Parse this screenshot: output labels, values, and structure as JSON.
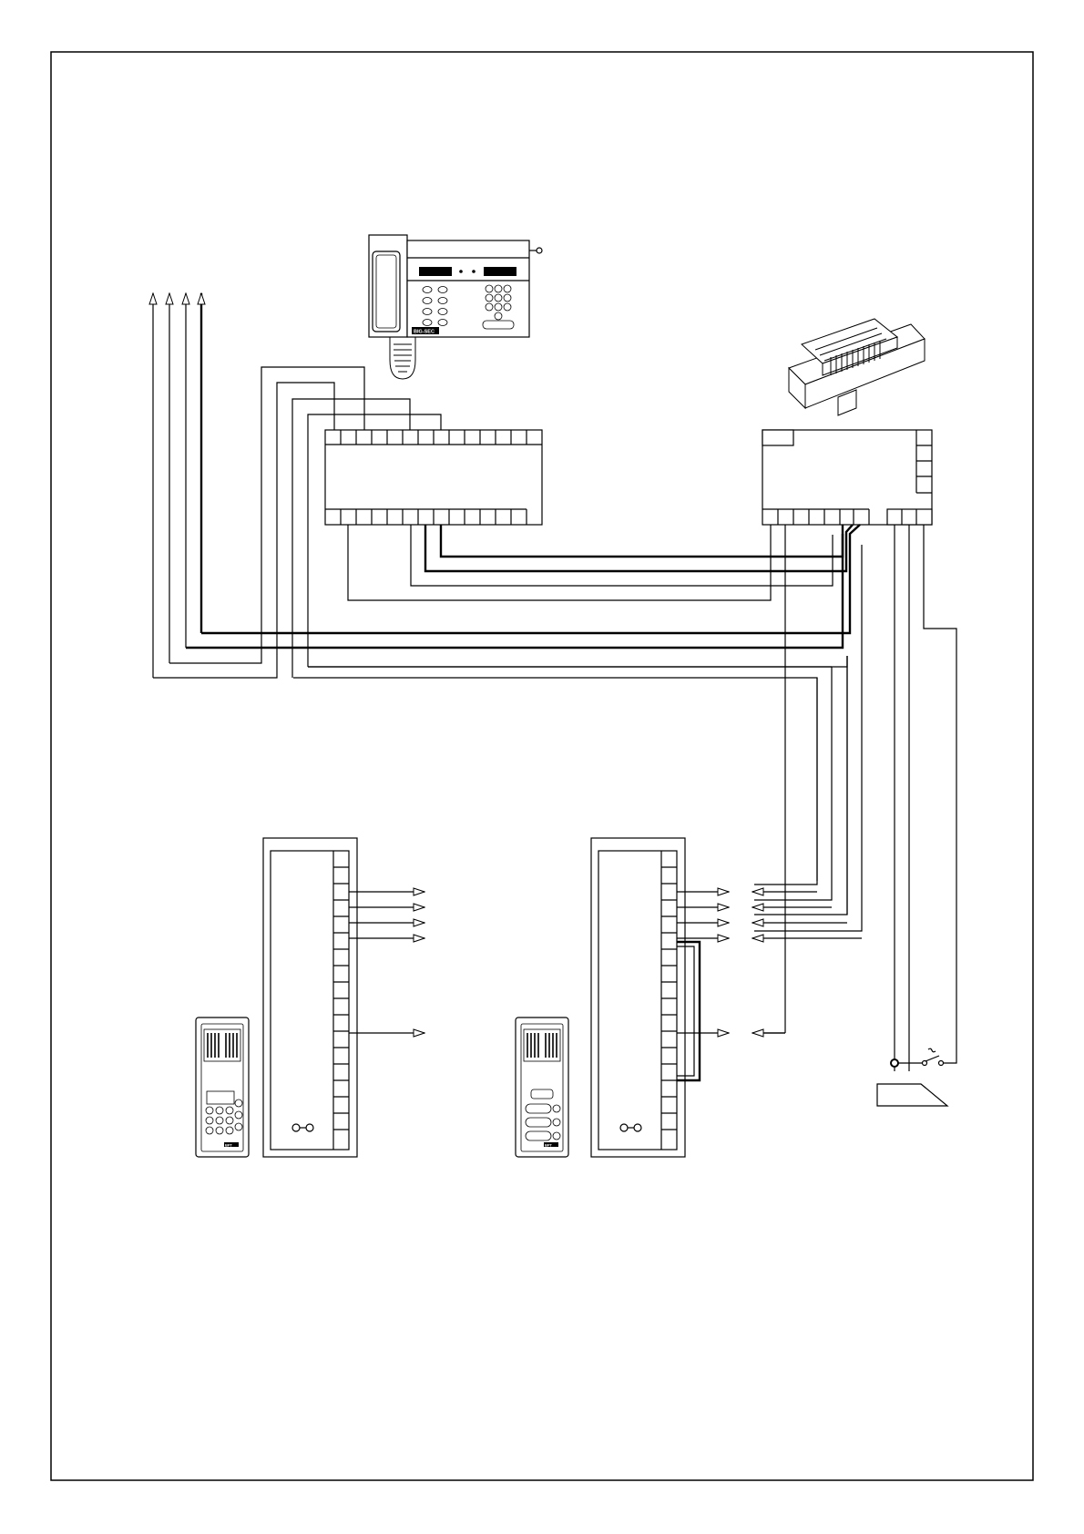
{
  "brand": {
    "switchboard_logo": "BIG-SEC",
    "panel_logo": "BPT"
  },
  "components": {
    "concierge_switchboard": "concierge-switchboard-with-handset",
    "interface_module": "central-interface-module",
    "power_supply": "din-rail-power-supply",
    "controller": "system-controller",
    "riser_board_keypad": "riser-terminal-board-keypad-entrance",
    "riser_board_buttons": "riser-terminal-board-button-entrance",
    "keypad_panel": "entrance-panel-with-keypad",
    "button_panel": "entrance-panel-with-buttons",
    "door_lock": "electric-door-lock",
    "lock_switch": "door-release-switch"
  },
  "colors": {
    "line": "#000000",
    "background": "#ffffff"
  }
}
